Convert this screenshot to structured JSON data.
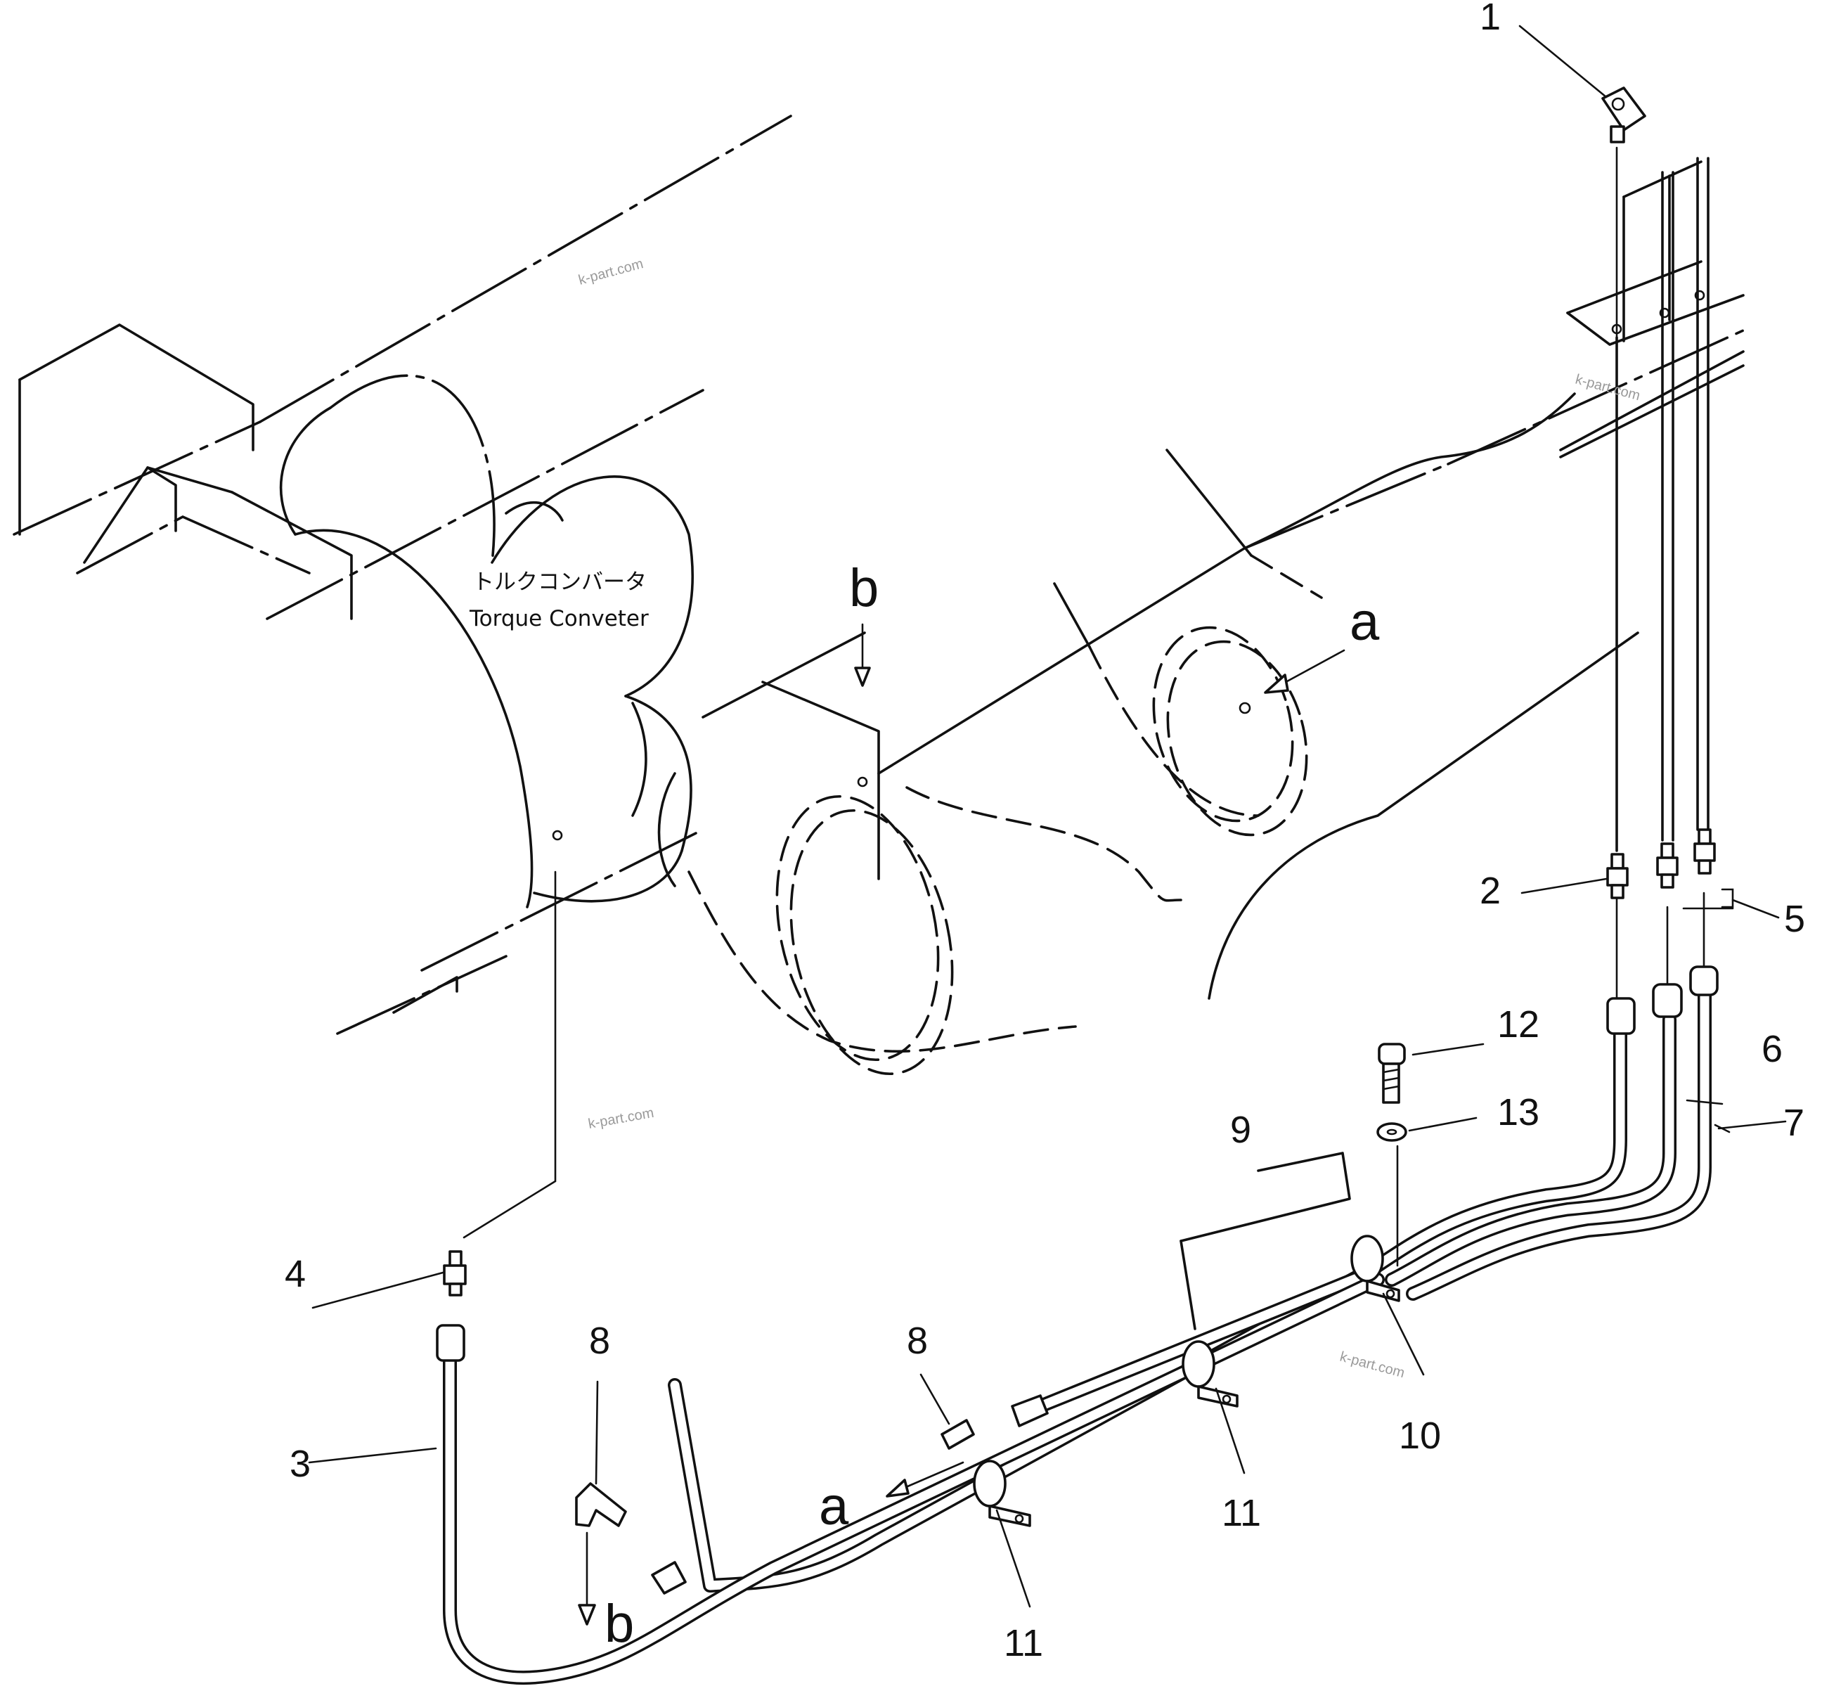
{
  "diagram": {
    "component_label_jp": "トルクコンバータ",
    "component_label_en": "Torque Conveter",
    "part_callouts": [
      "1",
      "2",
      "3",
      "4",
      "5",
      "6",
      "7",
      "8",
      "8",
      "9",
      "10",
      "11",
      "11",
      "12",
      "13"
    ],
    "view_refs": [
      "a",
      "a",
      "b",
      "b"
    ],
    "watermark": "k-part.com"
  }
}
